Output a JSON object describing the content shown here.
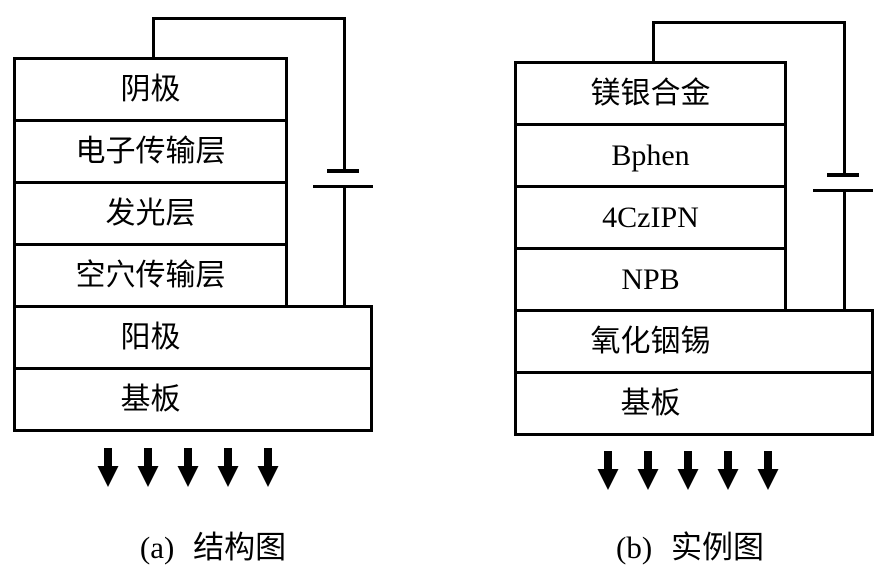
{
  "colors": {
    "line": "#000000",
    "background": "#ffffff",
    "text": "#000000"
  },
  "icons": {
    "battery": "battery-cell-symbol (short bar = negative terminal, long bar = positive terminal)",
    "emission_arrow": "solid black downward arrow (light emission direction)"
  },
  "diagrams": [
    {
      "id": "a",
      "caption": "(a) 结构图",
      "layers": [
        "阴极",
        "电子传输层",
        "发光层",
        "空穴传输层",
        "阳极",
        "基板"
      ]
    },
    {
      "id": "b",
      "caption": "(b) 实例图",
      "layers": [
        "镁银合金",
        "Bphen",
        "4CzIPN",
        "NPB",
        "氧化铟锡",
        "基板"
      ]
    }
  ]
}
